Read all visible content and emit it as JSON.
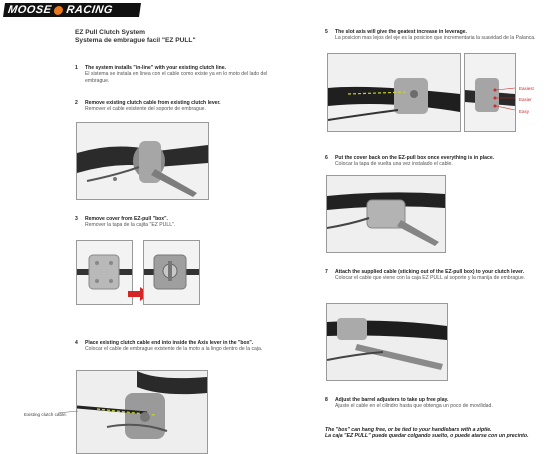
{
  "brand": {
    "part1": "MOOSE",
    "part2": "RACING"
  },
  "title_en": "EZ Pull Clutch System",
  "title_es": "Systema de embrague facil \"EZ PULL\"",
  "steps": [
    {
      "num": "1",
      "en": "The system installs \"in-line\" with your existing clutch line.",
      "es": "El sistema se instala en linea con el cable como existe ya en lo moto del lado del embrague."
    },
    {
      "num": "2",
      "en": "Remove existing clutch cable from existing clutch lever.",
      "es": "Remover el cable existente del soporte de embrague."
    },
    {
      "num": "3",
      "en": "Remove cover from EZ-pull \"box\".",
      "es": "Remover la tapa de la cajita \"EZ PULL\"."
    },
    {
      "num": "4",
      "en": "Place existing clutch cable end into inside the Axis lever in the \"box\".",
      "es": "Colocar el cable de embrague existente de la moto a la lingo dentro de la caja."
    },
    {
      "num": "5",
      "en": "The slot axis will give the geatest increase in leverage.",
      "es": "La posicion mas lejos del eje es la posicion que incrementaria la suavidad de la Palanca."
    },
    {
      "num": "6",
      "en": "Put the cover back on the EZ-pull box once everything is in place.",
      "es": "Colocar la tapa de vuelta una vez instalado el cable."
    },
    {
      "num": "7",
      "en": "Attach the supplied cable (sticking out of the EZ-pull box) to your clutch lever.",
      "es": "Colocar el cable que viene con la caja EZ PULL al soporte y la manija de embrague."
    },
    {
      "num": "8",
      "en": "Adjust the barrel adjusters to take up free play.",
      "es": "Ajuste el cable en el cilindro hasta que obtenga un poco de movilidad."
    }
  ],
  "callout_existing": "Existing clutch cable.",
  "tension_labels": {
    "easiest": "Easiest",
    "easier": "Easier",
    "easy": "Easy"
  },
  "note_en": "The \"box\" can hang free, or be tied to your handlebars with a ziptie.",
  "note_es": "La caja \"EZ PULL\" puede quedar colgando suelto, o puede atarse con un precinto."
}
